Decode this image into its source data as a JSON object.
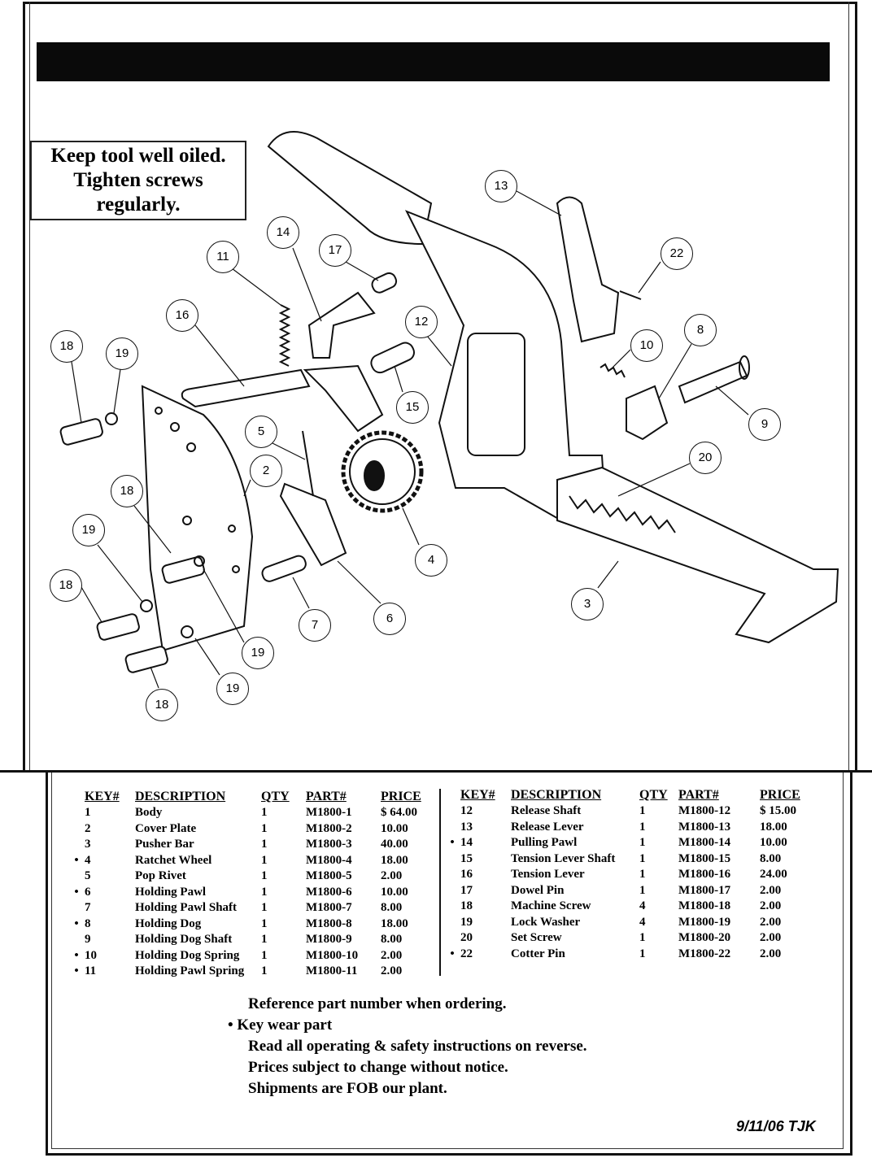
{
  "note": {
    "lines": [
      "Keep tool well oiled.",
      "Tighten screws",
      "regularly."
    ]
  },
  "diagram": {
    "callouts": [
      "13",
      "14",
      "17",
      "11",
      "22",
      "12",
      "16",
      "18",
      "19",
      "10",
      "8",
      "15",
      "9",
      "5",
      "20",
      "2",
      "18",
      "19",
      "4",
      "18",
      "3",
      "7",
      "6",
      "19",
      "19",
      "18"
    ]
  },
  "table": {
    "headers": {
      "key": "KEY#",
      "description": "DESCRIPTION",
      "qty": "QTY",
      "part": "PART#",
      "price": "PRICE"
    },
    "left": [
      {
        "wear": "",
        "key": "1",
        "description": "Body",
        "qty": "1",
        "part": "M1800-1",
        "price": "$ 64.00"
      },
      {
        "wear": "",
        "key": "2",
        "description": "Cover Plate",
        "qty": "1",
        "part": "M1800-2",
        "price": "10.00"
      },
      {
        "wear": "",
        "key": "3",
        "description": "Pusher Bar",
        "qty": "1",
        "part": "M1800-3",
        "price": "40.00"
      },
      {
        "wear": "•",
        "key": "4",
        "description": "Ratchet Wheel",
        "qty": "1",
        "part": "M1800-4",
        "price": "18.00"
      },
      {
        "wear": "",
        "key": "5",
        "description": "Pop Rivet",
        "qty": "1",
        "part": "M1800-5",
        "price": "2.00"
      },
      {
        "wear": "•",
        "key": "6",
        "description": "Holding Pawl",
        "qty": "1",
        "part": "M1800-6",
        "price": "10.00"
      },
      {
        "wear": "",
        "key": "7",
        "description": "Holding Pawl Shaft",
        "qty": "1",
        "part": "M1800-7",
        "price": "8.00"
      },
      {
        "wear": "•",
        "key": "8",
        "description": "Holding Dog",
        "qty": "1",
        "part": "M1800-8",
        "price": "18.00"
      },
      {
        "wear": "",
        "key": "9",
        "description": "Holding Dog Shaft",
        "qty": "1",
        "part": "M1800-9",
        "price": "8.00"
      },
      {
        "wear": "•",
        "key": "10",
        "description": "Holding Dog Spring",
        "qty": "1",
        "part": "M1800-10",
        "price": "2.00"
      },
      {
        "wear": "•",
        "key": "11",
        "description": "Holding Pawl Spring",
        "qty": "1",
        "part": "M1800-11",
        "price": "2.00"
      }
    ],
    "right": [
      {
        "wear": "",
        "key": "12",
        "description": "Release Shaft",
        "qty": "1",
        "part": "M1800-12",
        "price": "$ 15.00"
      },
      {
        "wear": "",
        "key": "13",
        "description": "Release Lever",
        "qty": "1",
        "part": "M1800-13",
        "price": "18.00"
      },
      {
        "wear": "•",
        "key": "14",
        "description": "Pulling Pawl",
        "qty": "1",
        "part": "M1800-14",
        "price": "10.00"
      },
      {
        "wear": "",
        "key": "15",
        "description": "Tension Lever Shaft",
        "qty": "1",
        "part": "M1800-15",
        "price": "8.00"
      },
      {
        "wear": "",
        "key": "16",
        "description": "Tension Lever",
        "qty": "1",
        "part": "M1800-16",
        "price": "24.00"
      },
      {
        "wear": "",
        "key": "17",
        "description": "Dowel Pin",
        "qty": "1",
        "part": "M1800-17",
        "price": "2.00"
      },
      {
        "wear": "",
        "key": "18",
        "description": "Machine Screw",
        "qty": "4",
        "part": "M1800-18",
        "price": "2.00"
      },
      {
        "wear": "",
        "key": "19",
        "description": "Lock Washer",
        "qty": "4",
        "part": "M1800-19",
        "price": "2.00"
      },
      {
        "wear": "",
        "key": "20",
        "description": "Set Screw",
        "qty": "1",
        "part": "M1800-20",
        "price": "2.00"
      },
      {
        "wear": "•",
        "key": "22",
        "description": "Cotter Pin",
        "qty": "1",
        "part": "M1800-22",
        "price": "2.00"
      }
    ]
  },
  "notes": {
    "lines": [
      "Reference part number when ordering.",
      "• Key wear part",
      "Read all operating & safety instructions on reverse.",
      "Prices subject to change without notice.",
      "Shipments are FOB our plant."
    ]
  },
  "signature": "9/11/06 TJK"
}
